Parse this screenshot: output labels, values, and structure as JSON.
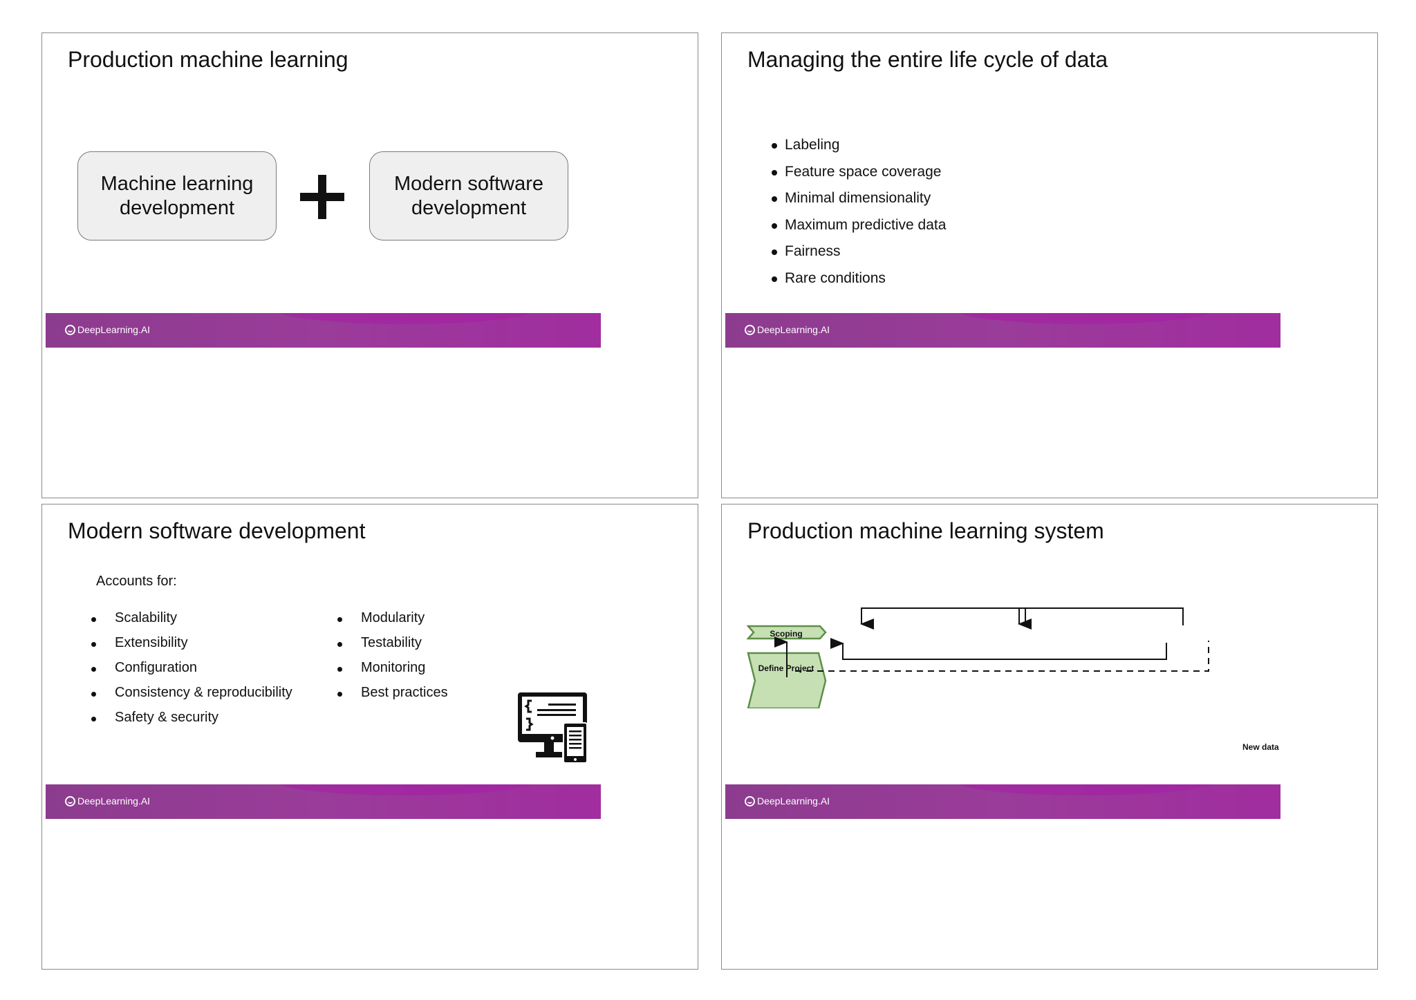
{
  "brand": "DeepLearning.AI",
  "slides": {
    "s1": {
      "title": "Production machine learning",
      "box_left": "Machine learning development",
      "box_right": "Modern software development"
    },
    "s2": {
      "title": "Managing the entire life cycle of data",
      "bullets": [
        "Labeling",
        "Feature space coverage",
        "Minimal dimensionality",
        "Maximum predictive data",
        "Fairness",
        "Rare conditions"
      ]
    },
    "s3": {
      "title": "Modern software development",
      "intro": "Accounts for:",
      "left_items": [
        "Scalability",
        "Extensibility",
        "Configuration",
        "Consistency & reproducibility",
        "Safety & security"
      ],
      "right_items": [
        "Modularity",
        "Testability",
        "Monitoring",
        "Best practices"
      ]
    },
    "s4": {
      "title": "Production machine learning system",
      "scoping": "Scoping",
      "define_project": "Define Project",
      "new_data": "New data"
    }
  },
  "colors": {
    "footer_purple": "#9a3c9a",
    "chevron_fill": "#c6e0b4",
    "chevron_stroke": "#5e8e48"
  },
  "icons": {
    "computer": "desktop-tablet-code-icon",
    "brand": "deeplearning-logo-icon"
  }
}
